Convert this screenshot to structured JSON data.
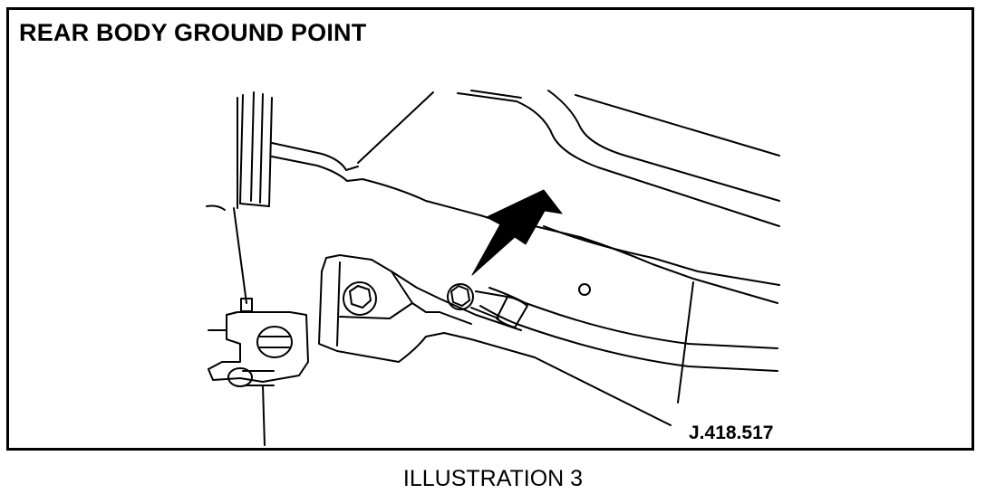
{
  "title": "REAR BODY GROUND POINT",
  "reference": "J.418.517",
  "caption": "ILLUSTRATION 3",
  "callout": {
    "target": "ground-point-bolt",
    "color": "#000000"
  }
}
